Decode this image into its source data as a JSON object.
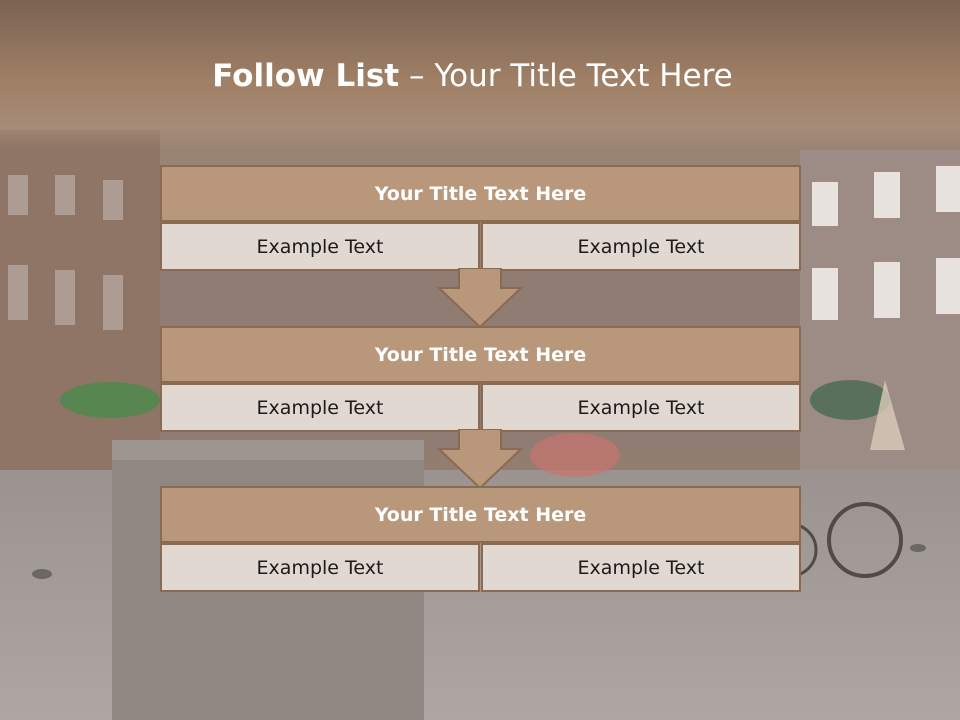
{
  "slide": {
    "title_bold": "Follow List",
    "title_rest": " – Your Title Text Here"
  },
  "steps": [
    {
      "title": "Your Title Text Here",
      "left": "Example Text",
      "right": "Example Text"
    },
    {
      "title": "Your Title Text Here",
      "left": "Example Text",
      "right": "Example Text"
    },
    {
      "title": "Your Title Text Here",
      "left": "Example Text",
      "right": "Example Text"
    }
  ],
  "colors": {
    "header_fill": "#b8977a",
    "cell_fill": "#e2d8d2",
    "border": "#8b6a52",
    "arrow_fill": "#b8977a"
  }
}
